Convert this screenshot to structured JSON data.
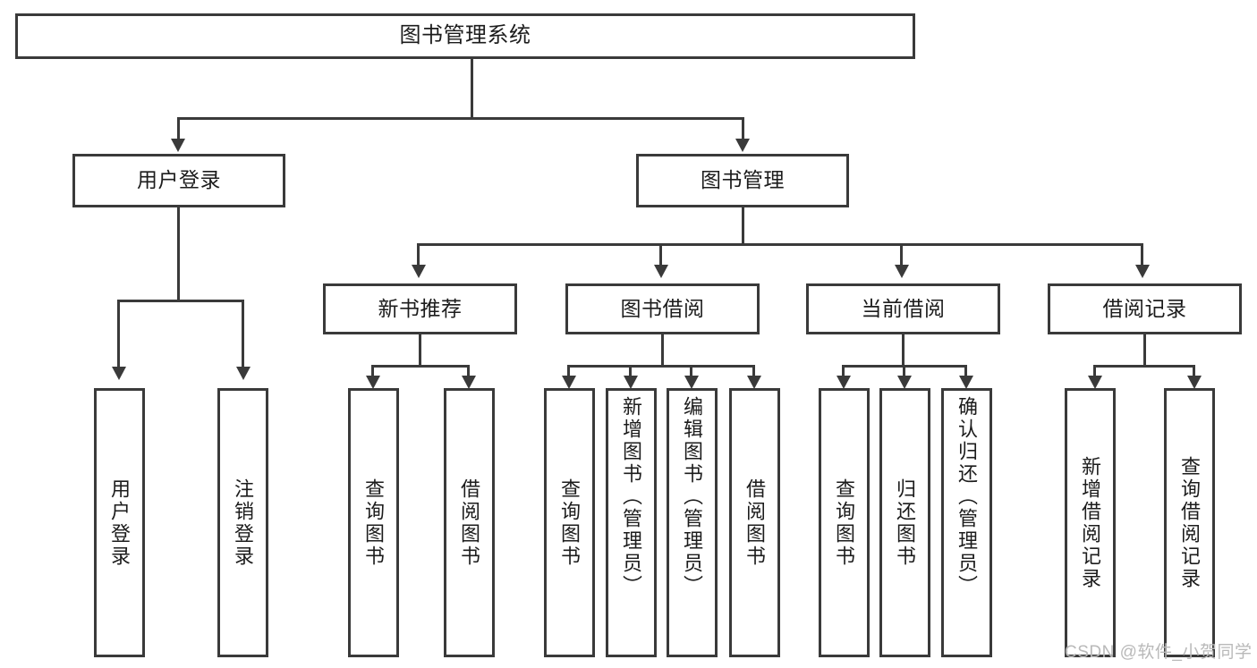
{
  "diagram": {
    "type": "tree-hierarchy",
    "title": "图书管理系统",
    "orientation": "top-down",
    "levels": 4,
    "root": {
      "id": "root",
      "label": "图书管理系统"
    },
    "level2": [
      {
        "id": "user-login",
        "label": "用户登录"
      },
      {
        "id": "book-manage",
        "label": "图书管理"
      }
    ],
    "level3": [
      {
        "id": "new-book-recommend",
        "label": "新书推荐",
        "parent": "book-manage"
      },
      {
        "id": "book-borrow",
        "label": "图书借阅",
        "parent": "book-manage"
      },
      {
        "id": "current-borrow",
        "label": "当前借阅",
        "parent": "book-manage"
      },
      {
        "id": "borrow-record",
        "label": "借阅记录",
        "parent": "book-manage"
      }
    ],
    "leaves": {
      "user_login": [
        {
          "id": "leaf-user-login",
          "label": "用户登录"
        },
        {
          "id": "leaf-user-logout",
          "label": "注销登录"
        }
      ],
      "new_book_recommend": [
        {
          "id": "leaf-query-book-1",
          "label": "查询图书"
        },
        {
          "id": "leaf-borrow-book-1",
          "label": "借阅图书"
        }
      ],
      "book_borrow": [
        {
          "id": "leaf-query-book-2",
          "label": "查询图书"
        },
        {
          "id": "leaf-add-book",
          "label": "新增图书（管理员）"
        },
        {
          "id": "leaf-edit-book",
          "label": "编辑图书（管理员）"
        },
        {
          "id": "leaf-borrow-book-2",
          "label": "借阅图书"
        }
      ],
      "current_borrow": [
        {
          "id": "leaf-query-book-3",
          "label": "查询图书"
        },
        {
          "id": "leaf-return-book",
          "label": "归还图书"
        },
        {
          "id": "leaf-confirm-return",
          "label": "确认归还（管理员）"
        }
      ],
      "borrow_record": [
        {
          "id": "leaf-add-record",
          "label": "新增借阅记录"
        },
        {
          "id": "leaf-query-record",
          "label": "查询借阅记录"
        }
      ]
    }
  },
  "watermark": {
    "text": "CSDN @软件_小贺同学"
  },
  "colors": {
    "stroke": "#3a3a3a",
    "background": "#ffffff",
    "text": "#1c1c1c",
    "watermark": "#b9b9b9"
  }
}
